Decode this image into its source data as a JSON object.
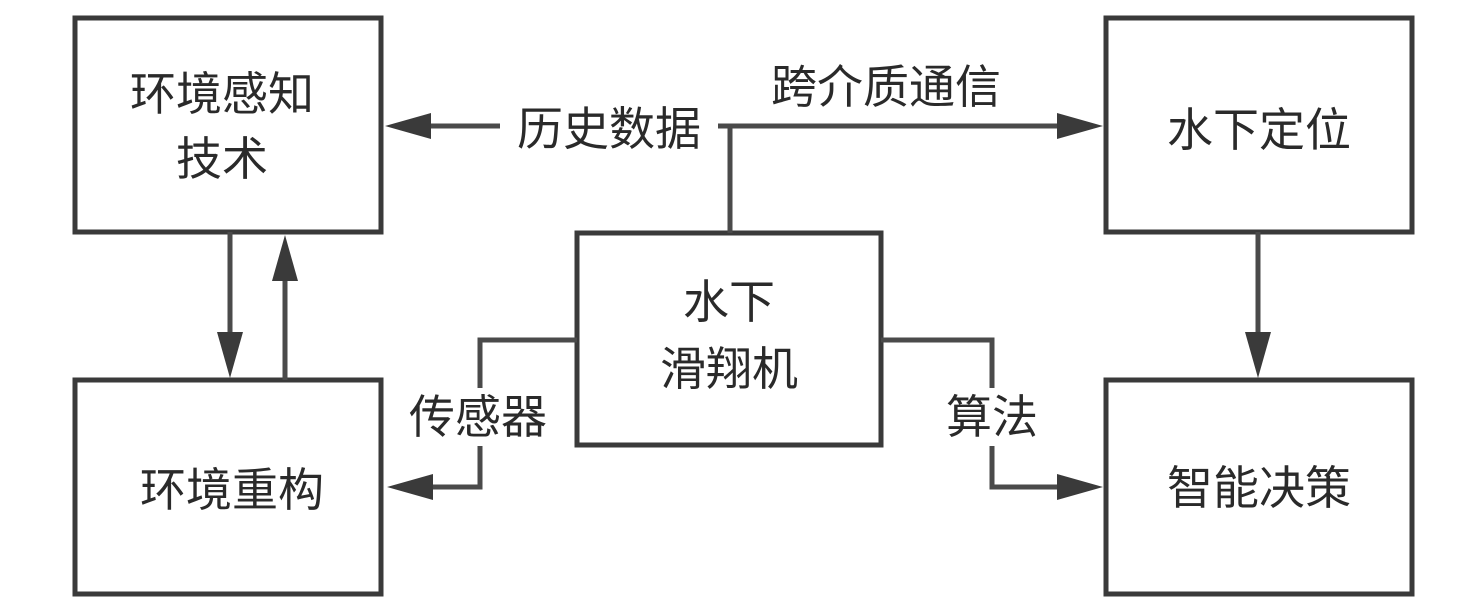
{
  "nodes": {
    "env_perception": {
      "line1": "环境感知",
      "line2": "技术"
    },
    "underwater_positioning": {
      "label": "水下定位"
    },
    "glider": {
      "line1": "水下",
      "line2": "滑翔机"
    },
    "env_reconstruction": {
      "label": "环境重构"
    },
    "intelligent_decision": {
      "label": "智能决策"
    }
  },
  "edges": {
    "historical_data": "历史数据",
    "cross_medium_comm": "跨介质通信",
    "sensor": "传感器",
    "algorithm": "算法"
  },
  "colors": {
    "stroke": "#3a3a3a",
    "text": "#2a2a2a",
    "background": "#ffffff"
  }
}
